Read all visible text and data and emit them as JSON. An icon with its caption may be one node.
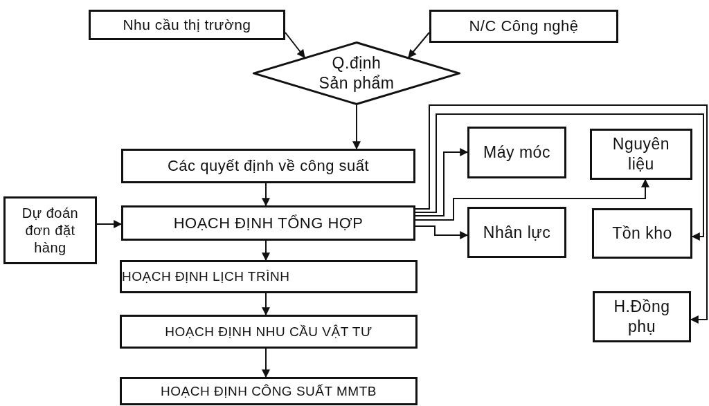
{
  "diagram": {
    "nodes": [
      {
        "text": [
          "Nhu cầu thị trường"
        ]
      },
      {
        "text": [
          "N/C Công nghệ"
        ]
      },
      {
        "text": [
          "Q.định Sản phẩm"
        ]
      },
      {
        "text": [
          "Các quyết định về công suất"
        ]
      },
      {
        "text": [
          "Dự đoán đơn đặt hàng"
        ]
      },
      {
        "text": [
          "HOẠCH ĐỊNH TỔNG HỢP"
        ]
      },
      {
        "text": [
          "Máy móc"
        ]
      },
      {
        "text": [
          "Nguyên liệu"
        ]
      },
      {
        "text": [
          "Nhân lực"
        ]
      },
      {
        "text": [
          "Tồn kho"
        ]
      },
      {
        "text": [
          "HOẠCH ĐỊNH LỊCH TRÌNH"
        ]
      },
      {
        "text": [
          "H.Đồng phụ"
        ]
      },
      {
        "text": [
          "HOẠCH ĐỊNH NHU CẦU VẬT TƯ"
        ]
      },
      {
        "text": [
          "HOẠCH ĐỊNH CÔNG SUẤT MMTB"
        ]
      }
    ],
    "edges": [
      {
        "from": 0,
        "to": 2,
        "arrow": "to"
      },
      {
        "from": 1,
        "to": 2,
        "arrow": "to"
      },
      {
        "from": 2,
        "to": 3,
        "arrow": "to"
      },
      {
        "from": 3,
        "to": 5,
        "arrow": "to"
      },
      {
        "from": 4,
        "to": 5,
        "arrow": "to"
      },
      {
        "from": 5,
        "to": 11,
        "arrow": "to"
      },
      {
        "from": 5,
        "to": 9,
        "arrow": "to"
      },
      {
        "from": 5,
        "to": 6,
        "arrow": "to"
      },
      {
        "from": 5,
        "to": 7,
        "arrow": "to"
      },
      {
        "from": 5,
        "to": 8,
        "arrow": "to"
      },
      {
        "from": 5,
        "to": 10,
        "arrow": "to"
      },
      {
        "from": 10,
        "to": 12,
        "arrow": "to"
      },
      {
        "from": 12,
        "to": 13,
        "arrow": "to"
      }
    ]
  }
}
